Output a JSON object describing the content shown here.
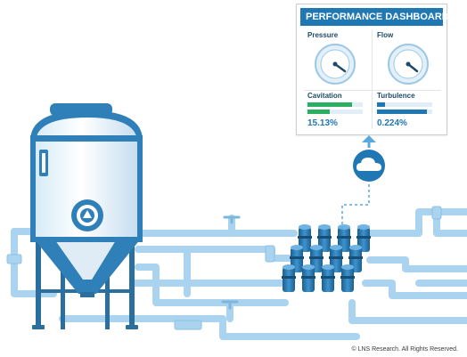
{
  "dashboard": {
    "title": "PERFORMANCE DASHBOARD",
    "pressure": {
      "label": "Pressure"
    },
    "flow": {
      "label": "Flow"
    },
    "cavitation": {
      "label": "Cavitation",
      "value": "15.13%",
      "bar_fill": [
        0.8,
        0.4
      ]
    },
    "turbulence": {
      "label": "Turbulence",
      "value": "0.224%",
      "bar_fill": [
        0.15,
        0.9
      ]
    }
  },
  "icons": {
    "cloud": "cloud-icon",
    "upload_arrow": "arrow-up-icon"
  },
  "colors": {
    "accent": "#1f77b4",
    "pipe": "#a9d3ef",
    "tank": "#2f7fb8",
    "bar_green": "#2aae5f",
    "bar_blue": "#1f77b4"
  },
  "footer": {
    "copyright": "© LNS Research. All Rights Reserved."
  }
}
